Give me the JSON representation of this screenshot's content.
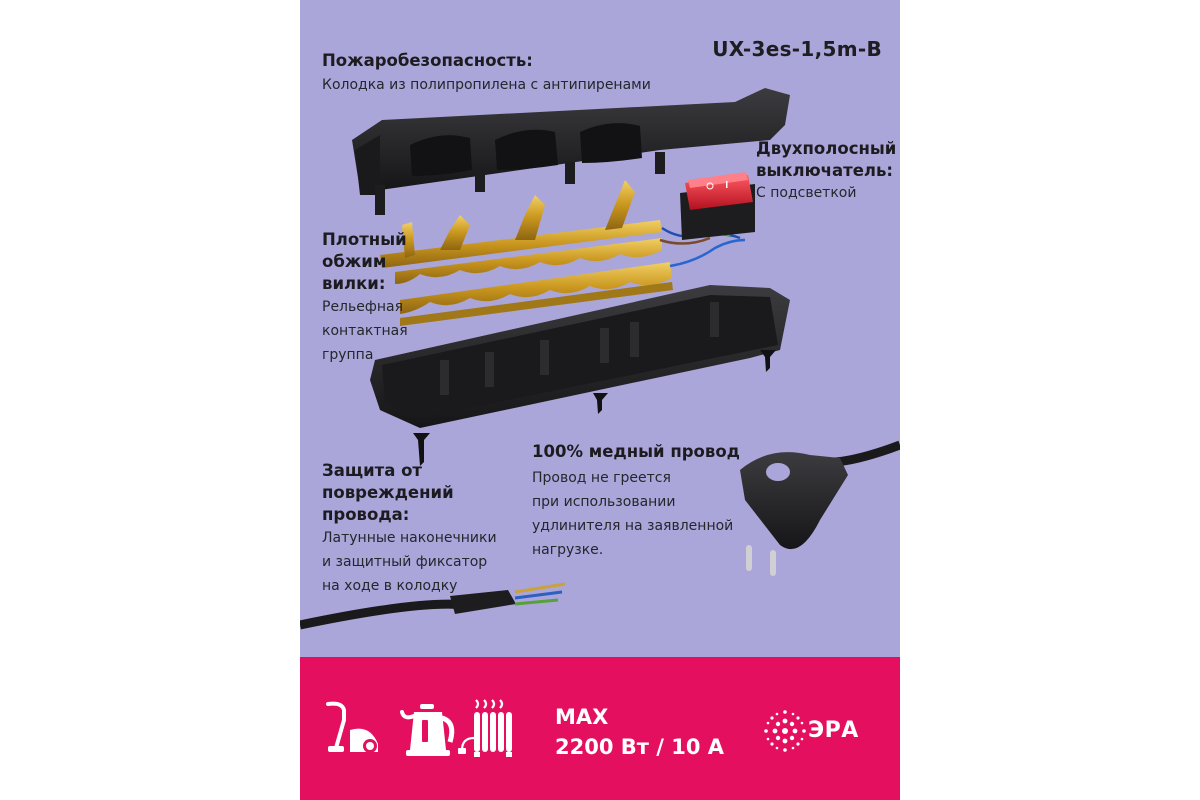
{
  "model": "UX-3es-1,5m-B",
  "features": {
    "fire_safety": {
      "title": "Пожаробезопасность:",
      "text": "Колодка из полипропилена с антипиренами"
    },
    "switch": {
      "title_line1": "Двухполосный",
      "title_line2": "выключатель:",
      "text": "С подсветкой"
    },
    "crimp": {
      "title_lines": [
        "Плотный",
        "обжим",
        "вилки:"
      ],
      "text_lines": [
        "Рельефная",
        "контактная",
        "группа"
      ]
    },
    "copper": {
      "title": "100% медный провод",
      "text_lines": [
        "Провод не греется",
        "при использовании",
        "удлинителя на заявленной",
        "нагрузке."
      ]
    },
    "wire_protection": {
      "title_lines": [
        "Защита от",
        "повреждений",
        "провода:"
      ],
      "text_lines": [
        "Латунные наконечники",
        "и защитный фиксатор",
        "на ходе в колодку"
      ]
    }
  },
  "footer": {
    "max_line1": "MAX",
    "max_line2": "2200 Вт / 10 А",
    "brand": "ЭРА",
    "icons": [
      "vacuum-cleaner-icon",
      "kettle-icon",
      "radiator-icon"
    ]
  },
  "colors": {
    "background": "#aaa6da",
    "footer": "#e4105f",
    "brass": "#d8a930",
    "plastic": "#2a2a2c",
    "switch_red": "#d8283a"
  }
}
